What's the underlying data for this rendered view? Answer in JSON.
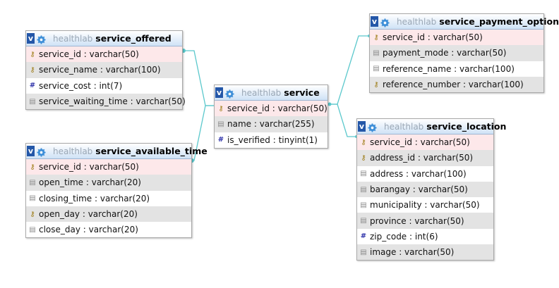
{
  "tables": [
    {
      "id": "service_offered",
      "db": "healthlab",
      "name": "service_offered",
      "columns": [
        {
          "label": "service_id : varchar(50)",
          "icon": "key-icon",
          "style": "pk"
        },
        {
          "label": "service_name : varchar(100)",
          "icon": "key-icon",
          "style": "alt"
        },
        {
          "label": "service_cost : int(7)",
          "icon": "number-icon",
          "style": "plain"
        },
        {
          "label": "service_waiting_time : varchar(50)",
          "icon": "text-field-icon",
          "style": "alt"
        }
      ]
    },
    {
      "id": "service_available_time",
      "db": "healthlab",
      "name": "service_available_time",
      "columns": [
        {
          "label": "service_id : varchar(50)",
          "icon": "key-icon",
          "style": "pk"
        },
        {
          "label": "open_time : varchar(20)",
          "icon": "text-field-icon",
          "style": "alt"
        },
        {
          "label": "closing_time : varchar(20)",
          "icon": "text-field-icon",
          "style": "plain"
        },
        {
          "label": "open_day : varchar(20)",
          "icon": "key-icon",
          "style": "alt"
        },
        {
          "label": "close_day : varchar(20)",
          "icon": "text-field-icon",
          "style": "plain"
        }
      ]
    },
    {
      "id": "service",
      "db": "healthlab",
      "name": "service",
      "columns": [
        {
          "label": "service_id : varchar(50)",
          "icon": "key-icon",
          "style": "pk"
        },
        {
          "label": "name : varchar(255)",
          "icon": "text-field-icon",
          "style": "alt"
        },
        {
          "label": "is_verified : tinyint(1)",
          "icon": "number-icon",
          "style": "plain"
        }
      ]
    },
    {
      "id": "service_payment_option",
      "db": "healthlab",
      "name": "service_payment_option",
      "columns": [
        {
          "label": "service_id : varchar(50)",
          "icon": "key-icon",
          "style": "pk"
        },
        {
          "label": "payment_mode : varchar(50)",
          "icon": "text-field-icon",
          "style": "alt"
        },
        {
          "label": "reference_name : varchar(100)",
          "icon": "text-field-icon",
          "style": "plain"
        },
        {
          "label": "reference_number : varchar(100)",
          "icon": "key-icon",
          "style": "alt"
        }
      ]
    },
    {
      "id": "service_location",
      "db": "healthlab",
      "name": "service_location",
      "columns": [
        {
          "label": "service_id : varchar(50)",
          "icon": "key-icon",
          "style": "pk"
        },
        {
          "label": "address_id : varchar(50)",
          "icon": "key-icon",
          "style": "alt"
        },
        {
          "label": "address : varchar(100)",
          "icon": "text-field-icon",
          "style": "plain"
        },
        {
          "label": "barangay : varchar(50)",
          "icon": "text-field-icon",
          "style": "alt"
        },
        {
          "label": "municipality : varchar(50)",
          "icon": "text-field-icon",
          "style": "plain"
        },
        {
          "label": "province : varchar(50)",
          "icon": "text-field-icon",
          "style": "alt"
        },
        {
          "label": "zip_code : int(6)",
          "icon": "number-icon",
          "style": "plain"
        },
        {
          "label": "image : varchar(50)",
          "icon": "text-field-icon",
          "style": "alt"
        }
      ]
    }
  ],
  "relations": [
    {
      "from": "service",
      "to": "service_offered"
    },
    {
      "from": "service",
      "to": "service_available_time"
    },
    {
      "from": "service",
      "to": "service_payment_option"
    },
    {
      "from": "service",
      "to": "service_location"
    }
  ],
  "colors": {
    "connector": "#5bc8cc",
    "header_bar": "#2457a8",
    "pk_row": "#fde8ea",
    "alt_row": "#e3e3e3"
  }
}
